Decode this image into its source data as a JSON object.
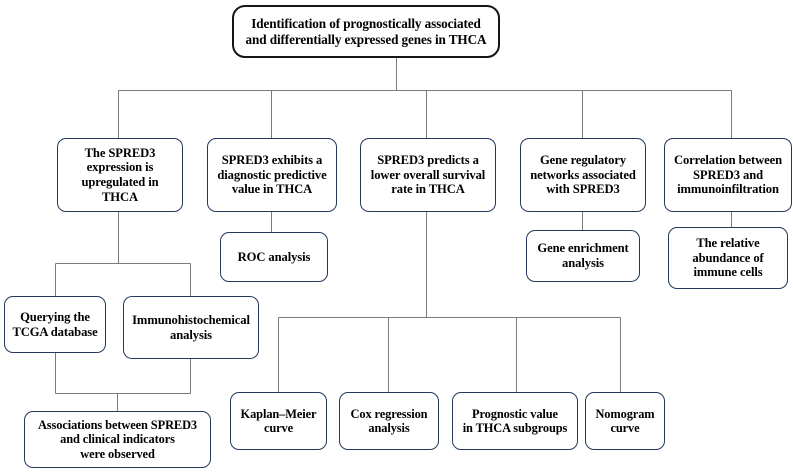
{
  "diagram": {
    "title": "Identification of prognostically associated and differentially expressed genes in THCA",
    "type": "flowchart",
    "orientation": "top-down",
    "palette": {
      "box_border": "#23395d",
      "root_border": "#161616",
      "connector": "#7a7a7a",
      "background": "#ffffff",
      "text": "#000000"
    }
  },
  "nodes": {
    "root": {
      "id": "root",
      "label": "Identification of prognostically associated\nand differentially expressed genes in THCA",
      "level": 1
    },
    "branch1": {
      "id": "branch1",
      "label": "The SPRED3\nexpression is\nupregulated in THCA",
      "level": 2
    },
    "branch2": {
      "id": "branch2",
      "label": "SPRED3 exhibits a\ndiagnostic predictive\nvalue in THCA",
      "level": 2
    },
    "branch3": {
      "id": "branch3",
      "label": "SPRED3 predicts a\nlower overall survival\nrate in THCA",
      "level": 2
    },
    "branch4": {
      "id": "branch4",
      "label": "Gene regulatory\nnetworks associated\nwith SPRED3",
      "level": 2
    },
    "branch5": {
      "id": "branch5",
      "label": "Correlation between\nSPRED3 and\nimmunoinfiltration",
      "level": 2
    },
    "roc": {
      "id": "roc",
      "label": "ROC analysis",
      "level": 3
    },
    "geneenrich": {
      "id": "geneenrich",
      "label": "Gene enrichment\nanalysis",
      "level": 3
    },
    "immune": {
      "id": "immune",
      "label": "The relative\nabundance of\nimmune cells",
      "level": 3
    },
    "tcga": {
      "id": "tcga",
      "label": "Querying the\nTCGA database",
      "level": 3
    },
    "ihc": {
      "id": "ihc",
      "label": "Immunohistochemical\nanalysis",
      "level": 3
    },
    "assoc": {
      "id": "assoc",
      "label": "Associations between SPRED3\nand clinical indicators\nwere observed",
      "level": 4
    },
    "km": {
      "id": "km",
      "label": "Kaplan–Meier\ncurve",
      "level": 4
    },
    "cox": {
      "id": "cox",
      "label": "Cox regression\nanalysis",
      "level": 4
    },
    "subgroups": {
      "id": "subgroups",
      "label": "Prognostic value\nin THCA subgroups",
      "level": 4
    },
    "nomogram": {
      "id": "nomogram",
      "label": "Nomogram\ncurve",
      "level": 4
    }
  },
  "edges": [
    {
      "from": "root",
      "to": "branch1"
    },
    {
      "from": "root",
      "to": "branch2"
    },
    {
      "from": "root",
      "to": "branch3"
    },
    {
      "from": "root",
      "to": "branch4"
    },
    {
      "from": "root",
      "to": "branch5"
    },
    {
      "from": "branch1",
      "to": "tcga"
    },
    {
      "from": "branch1",
      "to": "ihc"
    },
    {
      "from": "branch2",
      "to": "roc"
    },
    {
      "from": "branch3",
      "to": "km"
    },
    {
      "from": "branch3",
      "to": "cox"
    },
    {
      "from": "branch3",
      "to": "subgroups"
    },
    {
      "from": "branch3",
      "to": "nomogram"
    },
    {
      "from": "branch4",
      "to": "geneenrich"
    },
    {
      "from": "branch5",
      "to": "immune"
    },
    {
      "from": "tcga",
      "to": "assoc"
    },
    {
      "from": "ihc",
      "to": "assoc"
    }
  ]
}
